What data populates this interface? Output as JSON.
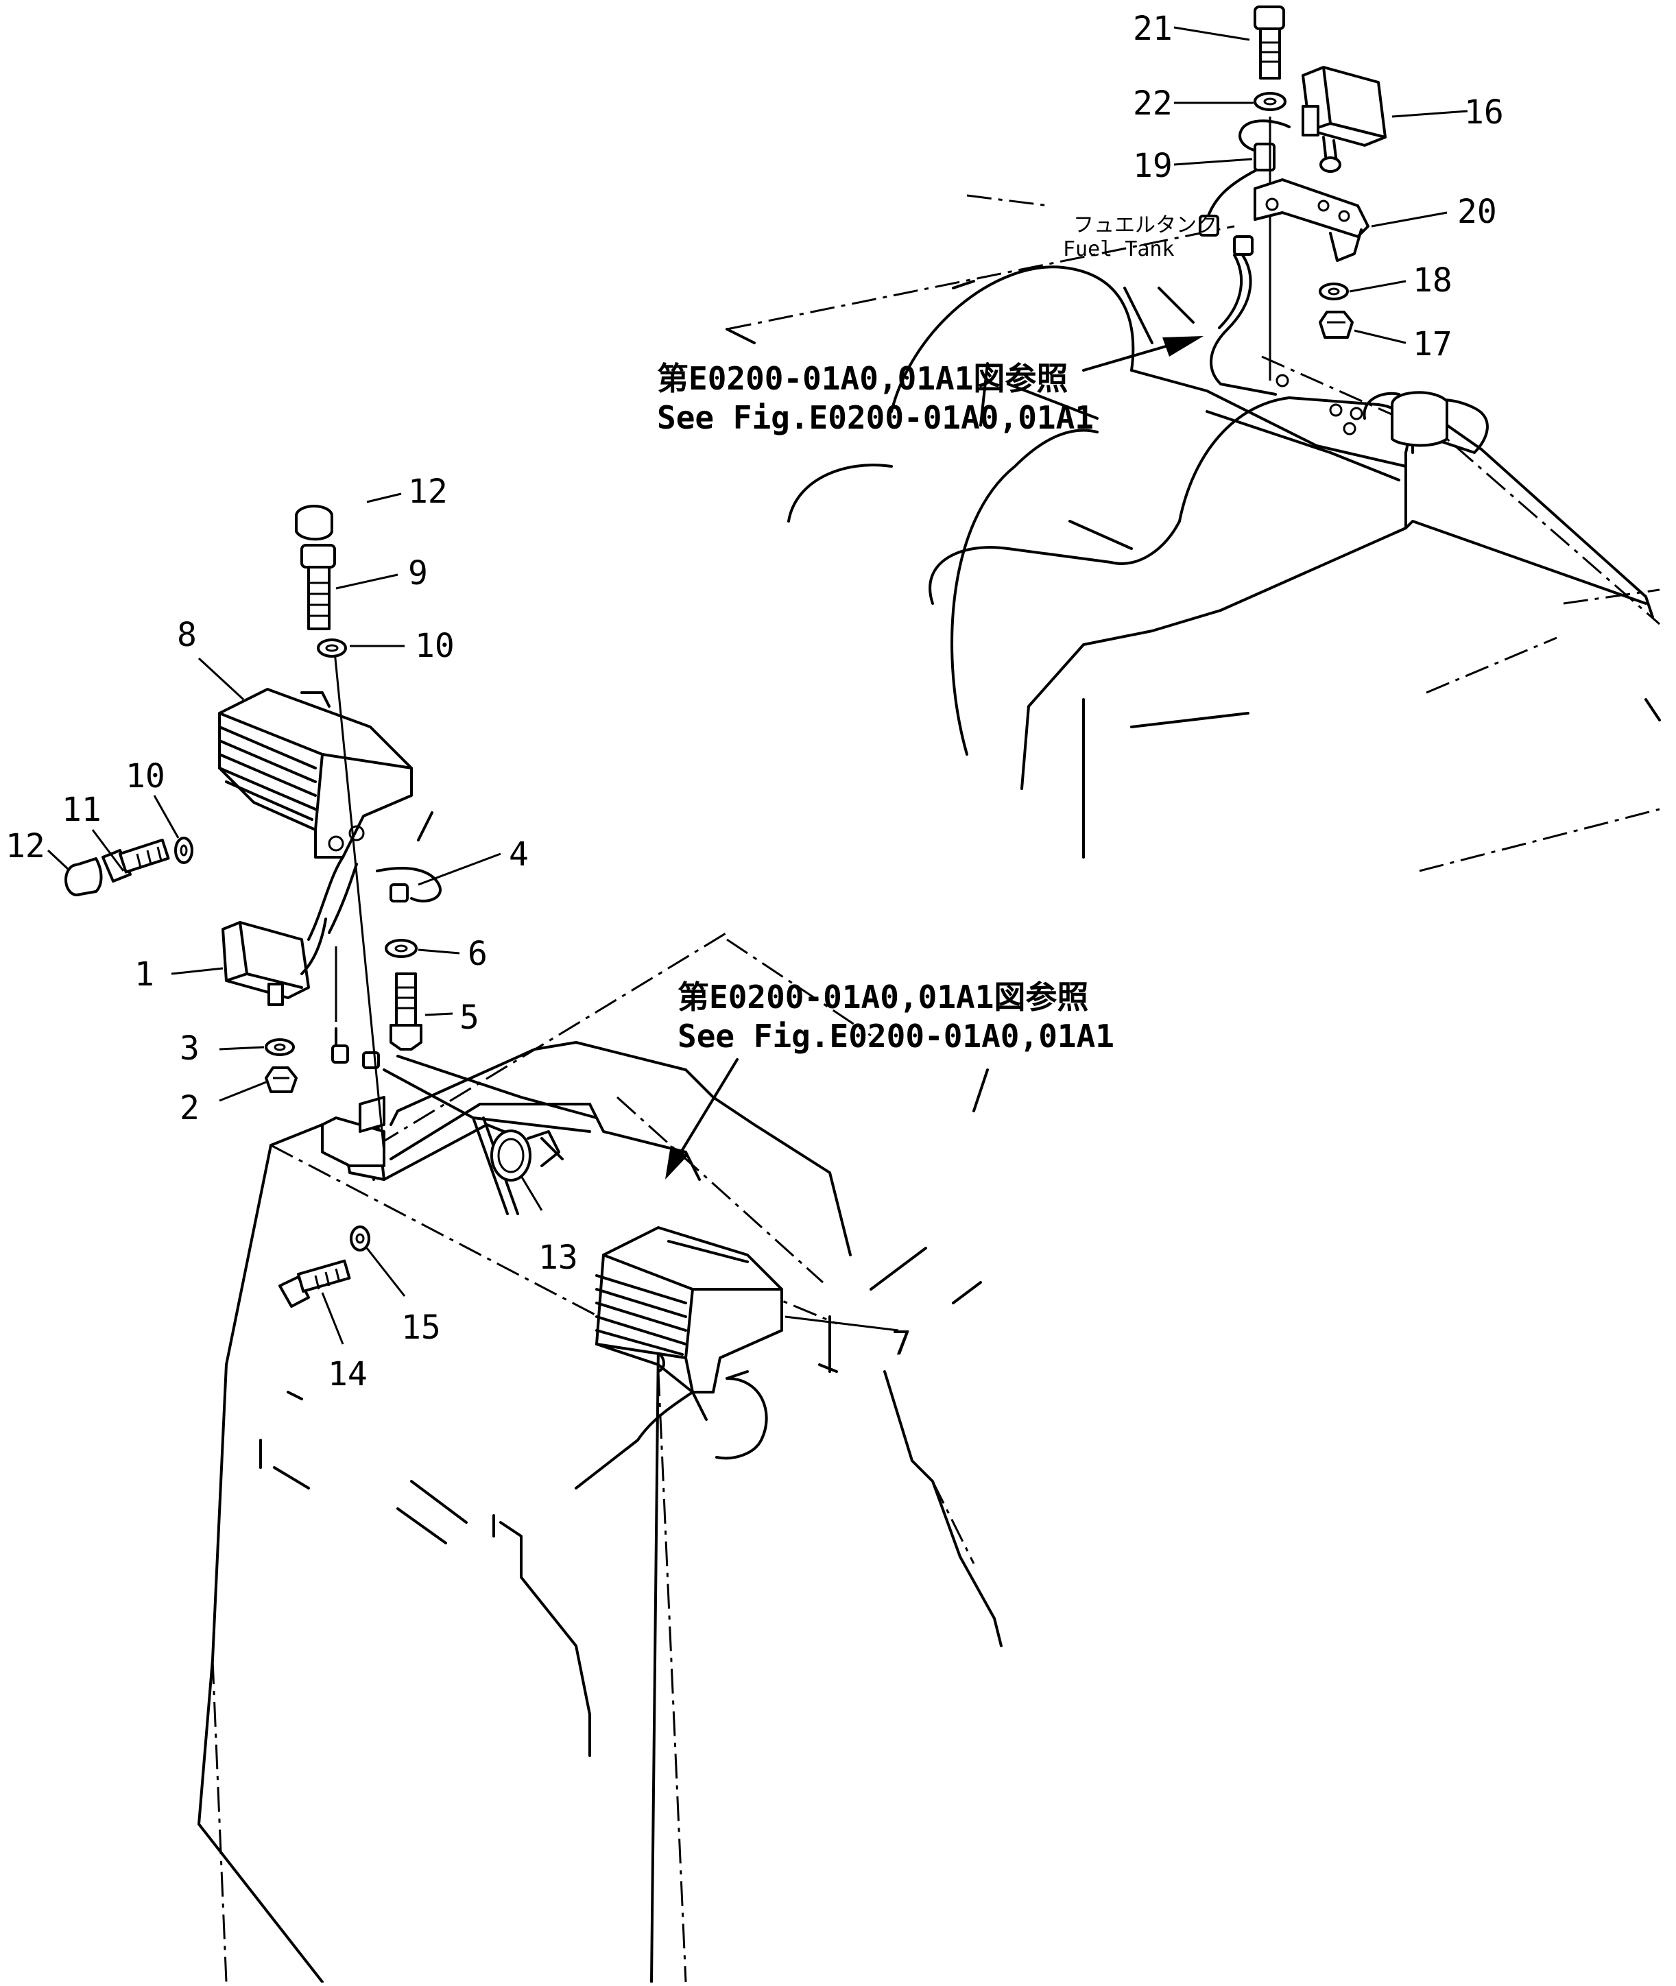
{
  "labels": {
    "p1": "1",
    "p2": "2",
    "p3": "3",
    "p4": "4",
    "p5": "5",
    "p6": "6",
    "p7": "7",
    "p8": "8",
    "p9": "9",
    "p10a": "10",
    "p10b": "10",
    "p11": "11",
    "p12a": "12",
    "p12b": "12",
    "p13": "13",
    "p14": "14",
    "p15": "15",
    "p16": "16",
    "p17": "17",
    "p18": "18",
    "p19": "19",
    "p20": "20",
    "p21": "21",
    "p22": "22"
  },
  "references": {
    "top_jp": "第E0200-01A0,01A1図参照",
    "top_en": "See Fig.E0200-01A0,01A1",
    "mid_jp": "第E0200-01A0,01A1図参照",
    "mid_en": "See Fig.E0200-01A0,01A1"
  },
  "fuel_tank": {
    "jp": "フュエルタンク",
    "en": "Fuel Tank"
  }
}
